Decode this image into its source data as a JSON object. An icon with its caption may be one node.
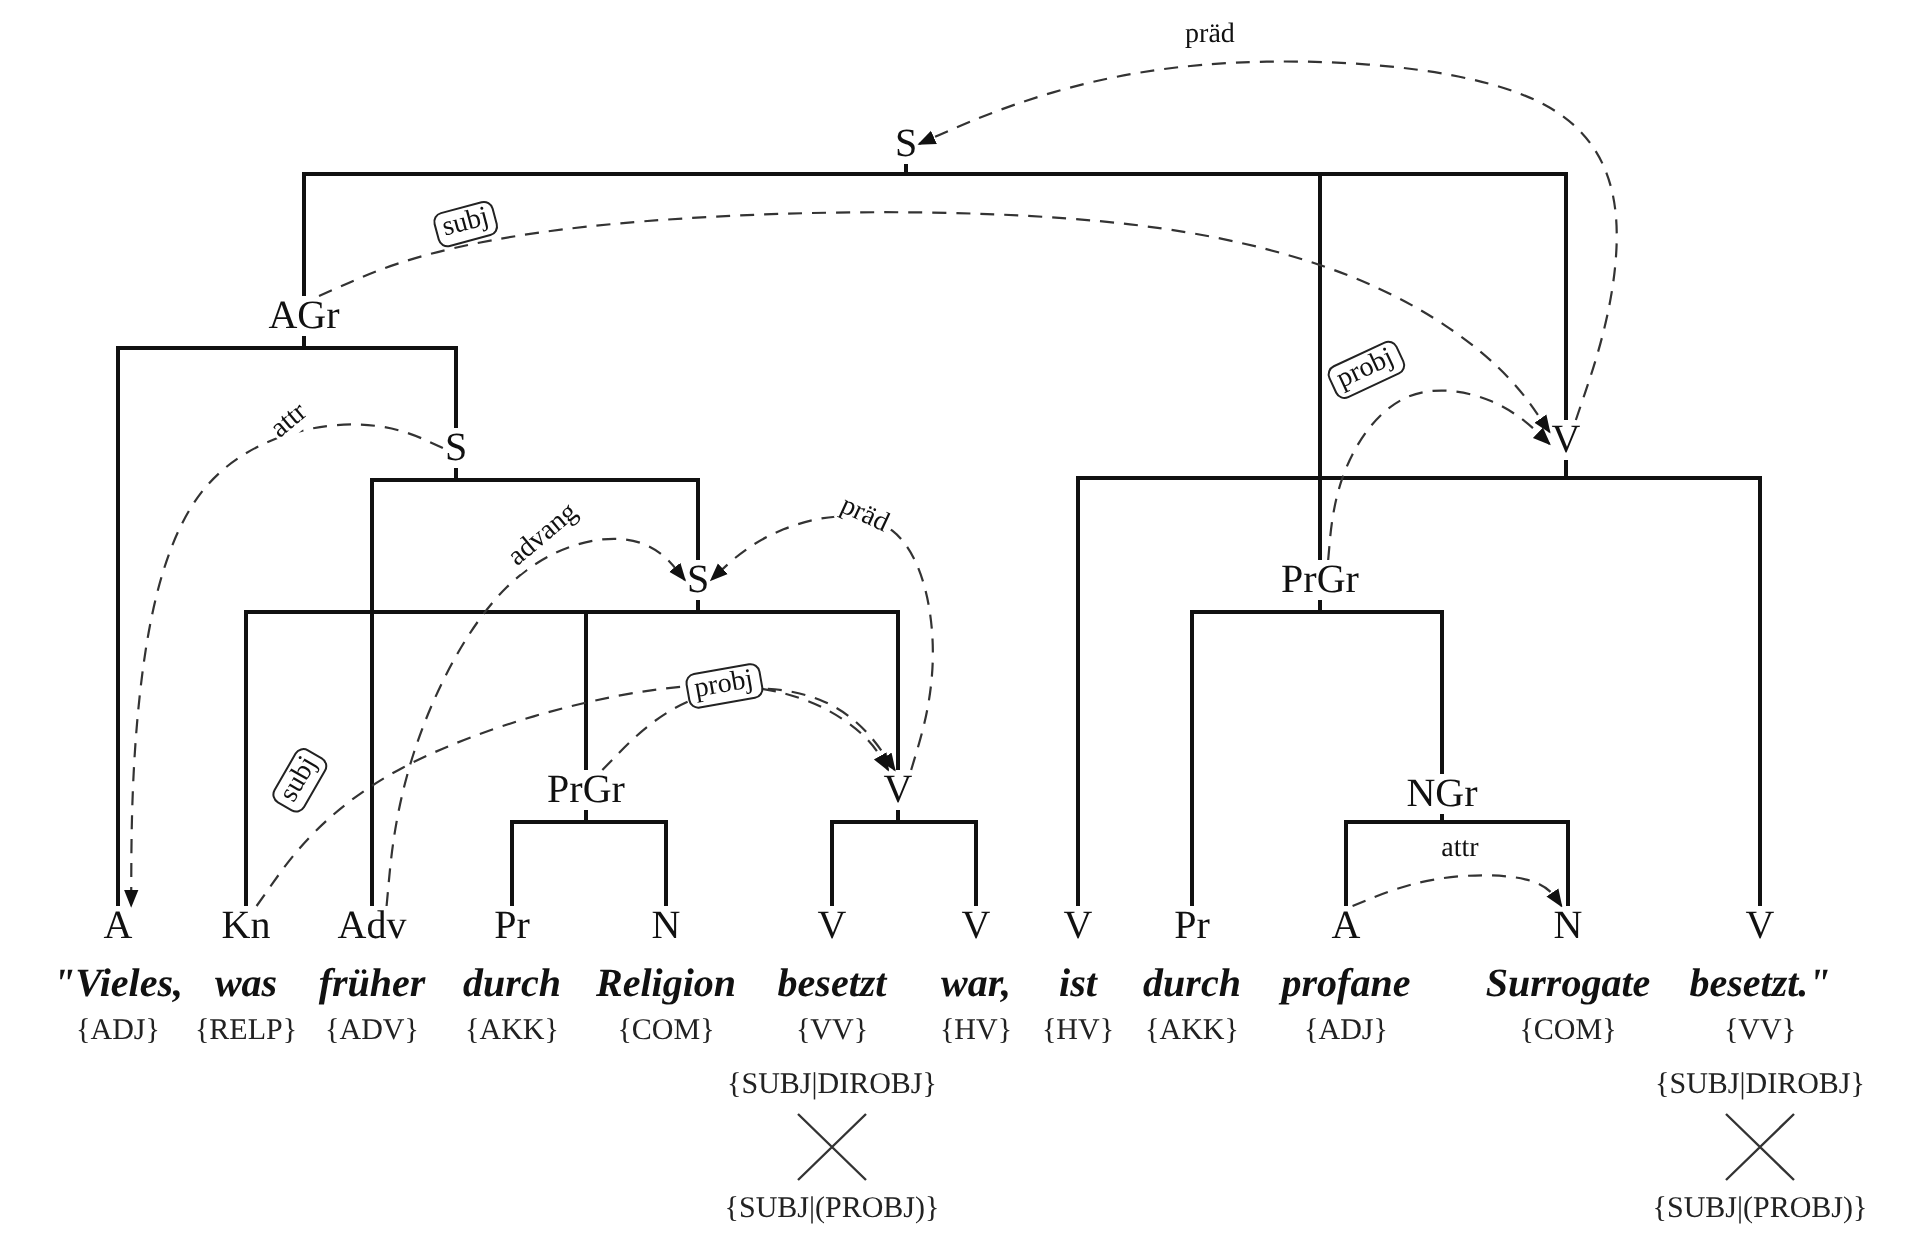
{
  "diagram": {
    "nodes": [
      {
        "text": [
          "S"
        ]
      },
      {
        "text": [
          "AGr"
        ]
      },
      {
        "text": [
          "V"
        ]
      },
      {
        "text": [
          "S"
        ]
      },
      {
        "text": [
          "S"
        ]
      },
      {
        "text": [
          "PrGr"
        ]
      },
      {
        "text": [
          "PrGr"
        ]
      },
      {
        "text": [
          "V"
        ]
      },
      {
        "text": [
          "NGr"
        ]
      },
      {
        "text": [
          "A"
        ],
        "beside": [
          "\"Vieles,",
          "{ADJ}"
        ]
      },
      {
        "text": [
          "Kn"
        ],
        "beside": [
          "was",
          "{RELP}"
        ]
      },
      {
        "text": [
          "Adv"
        ],
        "beside": [
          "früher",
          "{ADV}"
        ]
      },
      {
        "text": [
          "Pr"
        ],
        "beside": [
          "durch",
          "{AKK}"
        ]
      },
      {
        "text": [
          "N"
        ],
        "beside": [
          "Religion",
          "{COM}"
        ]
      },
      {
        "text": [
          "V"
        ],
        "beside": [
          "besetzt",
          "{VV}",
          "{SUBJ|DIROBJ}",
          "{SUBJ|(PROBJ)}"
        ]
      },
      {
        "text": [
          "V"
        ],
        "beside": [
          "war,",
          "{HV}"
        ]
      },
      {
        "text": [
          "V"
        ],
        "beside": [
          "ist",
          "{HV}"
        ]
      },
      {
        "text": [
          "Pr"
        ],
        "beside": [
          "durch",
          "{AKK}"
        ]
      },
      {
        "text": [
          "A"
        ],
        "beside": [
          "profane",
          "{ADJ}"
        ]
      },
      {
        "text": [
          "N"
        ],
        "beside": [
          "Surrogate",
          "{COM}"
        ]
      },
      {
        "text": [
          "V"
        ],
        "beside": [
          "besetzt.\"",
          "{VV}",
          "{SUBJ|DIROBJ}",
          "{SUBJ|(PROBJ)}"
        ]
      }
    ],
    "edges": [
      {
        "from": 0,
        "to": 1,
        "arrow": "none"
      },
      {
        "from": 0,
        "to": 5,
        "arrow": "none"
      },
      {
        "from": 0,
        "to": 2,
        "arrow": "none"
      },
      {
        "from": 1,
        "to": 9,
        "arrow": "none"
      },
      {
        "from": 1,
        "to": 3,
        "arrow": "none"
      },
      {
        "from": 3,
        "to": 11,
        "arrow": "none"
      },
      {
        "from": 3,
        "to": 4,
        "arrow": "none"
      },
      {
        "from": 4,
        "to": 10,
        "arrow": "none"
      },
      {
        "from": 4,
        "to": 6,
        "arrow": "none"
      },
      {
        "from": 4,
        "to": 7,
        "arrow": "none"
      },
      {
        "from": 6,
        "to": 12,
        "arrow": "none"
      },
      {
        "from": 6,
        "to": 13,
        "arrow": "none"
      },
      {
        "from": 7,
        "to": 14,
        "arrow": "none"
      },
      {
        "from": 7,
        "to": 15,
        "arrow": "none"
      },
      {
        "from": 2,
        "to": 16,
        "arrow": "none"
      },
      {
        "from": 2,
        "to": 20,
        "arrow": "none"
      },
      {
        "from": 5,
        "to": 17,
        "arrow": "none"
      },
      {
        "from": 5,
        "to": 8,
        "arrow": "none"
      },
      {
        "from": 8,
        "to": 18,
        "arrow": "none"
      },
      {
        "from": 8,
        "to": 19,
        "arrow": "none"
      },
      {
        "from": 2,
        "to": 0,
        "arrow": "to",
        "style": "dashed",
        "label": "präd"
      },
      {
        "from": 1,
        "to": 2,
        "arrow": "to",
        "style": "dashed",
        "label": "subj"
      },
      {
        "from": 5,
        "to": 2,
        "arrow": "to",
        "style": "dashed",
        "label": "probj"
      },
      {
        "from": 3,
        "to": 9,
        "arrow": "to",
        "style": "dashed",
        "label": "attr"
      },
      {
        "from": 11,
        "to": 4,
        "arrow": "to",
        "style": "dashed",
        "label": "advang"
      },
      {
        "from": 7,
        "to": 4,
        "arrow": "to",
        "style": "dashed",
        "label": "präd"
      },
      {
        "from": 10,
        "to": 7,
        "arrow": "to",
        "style": "dashed",
        "label": "subj"
      },
      {
        "from": 6,
        "to": 7,
        "arrow": "to",
        "style": "dashed",
        "label": "probj"
      },
      {
        "from": 18,
        "to": 19,
        "arrow": "to",
        "style": "dashed",
        "label": "attr"
      }
    ]
  }
}
